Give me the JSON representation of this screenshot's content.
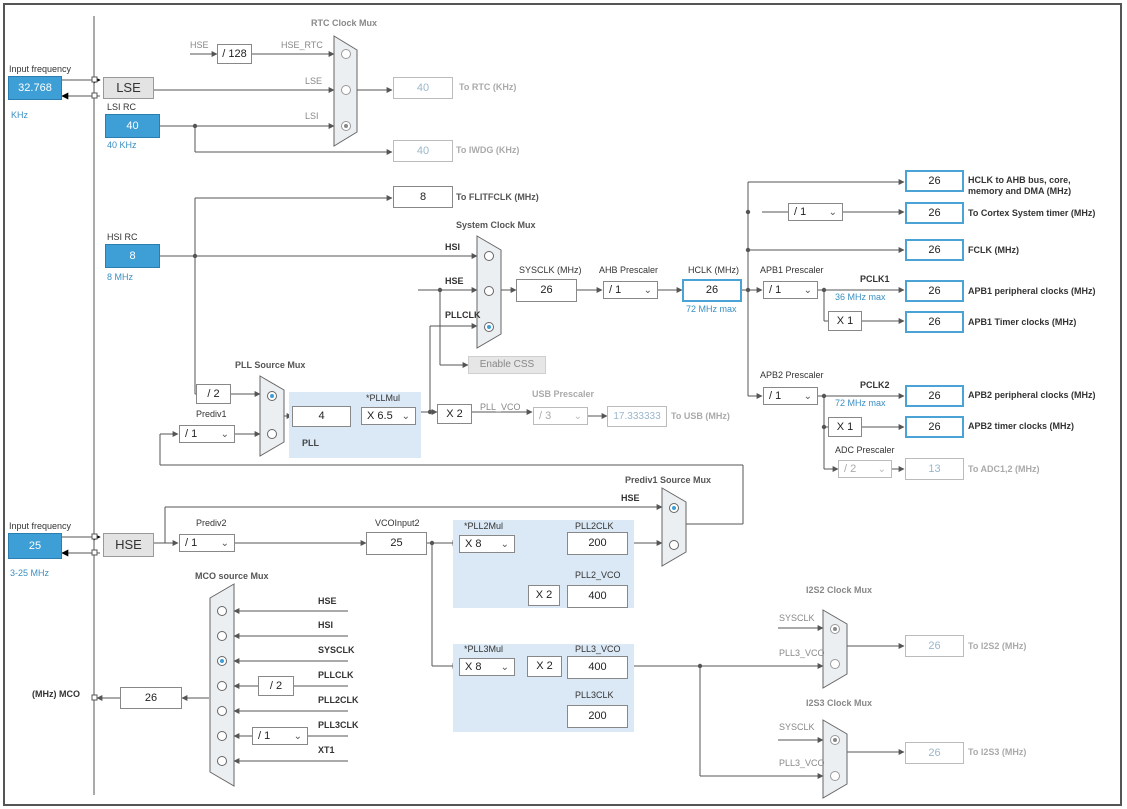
{
  "left": {
    "lse_input_caption": "Input frequency",
    "lse_input_value": "32.768",
    "lse_unit": "KHz",
    "lse_label": "LSE",
    "lsi_caption": "LSI RC",
    "lsi_value": "40",
    "lsi_unit": "40 KHz",
    "hsi_caption": "HSI RC",
    "hsi_value": "8",
    "hsi_unit": "8 MHz",
    "hse_input_caption": "Input frequency",
    "hse_input_value": "25",
    "hse_range": "3-25 MHz",
    "hse_label": "HSE"
  },
  "rtc": {
    "title": "RTC Clock Mux",
    "hse_label": "HSE",
    "div_value": "/ 128",
    "hse_rtc_label": "HSE_RTC",
    "lse_label": "LSE",
    "lsi_label": "LSI",
    "rtc_value": "40",
    "rtc_label": "To RTC (KHz)",
    "iwdg_value": "40",
    "iwdg_label": "To IWDG (KHz)"
  },
  "flit": {
    "value": "8",
    "label": "To FLITFCLK (MHz)"
  },
  "sysmux": {
    "title": "System Clock Mux",
    "hsi": "HSI",
    "hse": "HSE",
    "pllclk": "PLLCLK",
    "enable_css": "Enable CSS"
  },
  "sysclk": {
    "caption": "SYSCLK (MHz)",
    "value": "26"
  },
  "ahb": {
    "caption": "AHB Prescaler",
    "value": "/ 1"
  },
  "hclk": {
    "caption": "HCLK (MHz)",
    "value": "26",
    "max": "72 MHz max"
  },
  "outputs": {
    "ahb_value": "26",
    "ahb_label_1": "HCLK to AHB bus, core,",
    "ahb_label_2": "memory and DMA (MHz)",
    "cortex_div": "/ 1",
    "cortex_value": "26",
    "cortex_label": "To Cortex System timer (MHz)",
    "fclk_value": "26",
    "fclk_label": "FCLK (MHz)"
  },
  "apb1": {
    "caption": "APB1 Prescaler",
    "value": "/ 1",
    "pclk_label": "PCLK1",
    "max": "36 MHz max",
    "periph_value": "26",
    "periph_label": "APB1 peripheral clocks (MHz)",
    "timer_mul": "X 1",
    "timer_value": "26",
    "timer_label": "APB1 Timer clocks (MHz)"
  },
  "apb2": {
    "caption": "APB2 Prescaler",
    "value": "/ 1",
    "pclk_label": "PCLK2",
    "max": "72 MHz max",
    "periph_value": "26",
    "periph_label": "APB2 peripheral clocks (MHz)",
    "timer_mul": "X 1",
    "timer_value": "26",
    "timer_label": "APB2 timer clocks (MHz)",
    "adc_caption": "ADC Prescaler",
    "adc_div": "/ 2",
    "adc_value": "13",
    "adc_label": "To ADC1,2 (MHz)"
  },
  "pll": {
    "source_title": "PLL Source Mux",
    "div2": "/ 2",
    "prediv1_caption": "Prediv1",
    "prediv1_value": "/ 1",
    "input_value": "4",
    "pllmul_caption": "*PLLMul",
    "pllmul_value": "X 6.5",
    "pll_label": "PLL",
    "x2": "X 2",
    "pll_vco": "PLL_VCO"
  },
  "usb": {
    "caption": "USB Prescaler",
    "div": "/ 3",
    "value": "17.333333",
    "label": "To USB (MHz)"
  },
  "prediv1mux": {
    "title": "Prediv1 Source Mux",
    "hse": "HSE"
  },
  "prediv2": {
    "caption": "Prediv2",
    "value": "/ 1"
  },
  "vco2": {
    "caption": "VCOInput2",
    "value": "25"
  },
  "pll2": {
    "mul_caption": "*PLL2Mul",
    "mul_value": "X 8",
    "clk_caption": "PLL2CLK",
    "clk_value": "200",
    "vco_caption": "PLL2_VCO",
    "x2": "X 2",
    "vco_value": "400"
  },
  "pll3": {
    "mul_caption": "*PLL3Mul",
    "mul_value": "X 8",
    "x2": "X 2",
    "vco_caption": "PLL3_VCO",
    "vco_value": "400",
    "clk_caption": "PLL3CLK",
    "clk_value": "200"
  },
  "mco": {
    "title": "MCO source Mux",
    "hse": "HSE",
    "hsi": "HSI",
    "sysclk": "SYSCLK",
    "pllclk": "PLLCLK",
    "pll_div": "/ 2",
    "pll2clk": "PLL2CLK",
    "pll3clk": "PLL3CLK",
    "pll3_div": "/ 1",
    "xt1": "XT1",
    "out_label": "(MHz) MCO",
    "out_value": "26"
  },
  "i2s2": {
    "title": "I2S2 Clock Mux",
    "sysclk": "SYSCLK",
    "pll3vco": "PLL3_VCO",
    "value": "26",
    "label": "To I2S2 (MHz)"
  },
  "i2s3": {
    "title": "I2S3 Clock Mux",
    "sysclk": "SYSCLK",
    "pll3vco": "PLL3_VCO",
    "value": "26",
    "label": "To I2S3 (MHz)"
  }
}
